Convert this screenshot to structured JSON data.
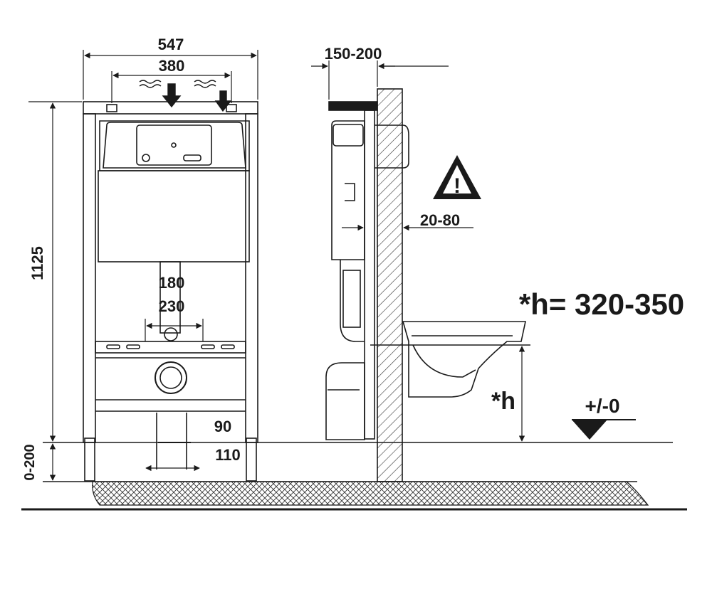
{
  "dimensions": {
    "frame_width": "547",
    "inlet_spacing": "380",
    "depth": "150-200",
    "wall_gap": "20-80",
    "height": "1125",
    "floor_adjust": "0-200",
    "outlet_upper": "180",
    "outlet_lower": "230",
    "drain_offset": "90",
    "drain_width": "110",
    "bowl_height_formula": "*h= 320-350",
    "bowl_height_symbol": "*h",
    "floor_level": "+/-0"
  },
  "warning_symbol": "!",
  "colors": {
    "line": "#1a1a1a",
    "fill_light": "#f2f2f2",
    "hatch": "#333333"
  }
}
